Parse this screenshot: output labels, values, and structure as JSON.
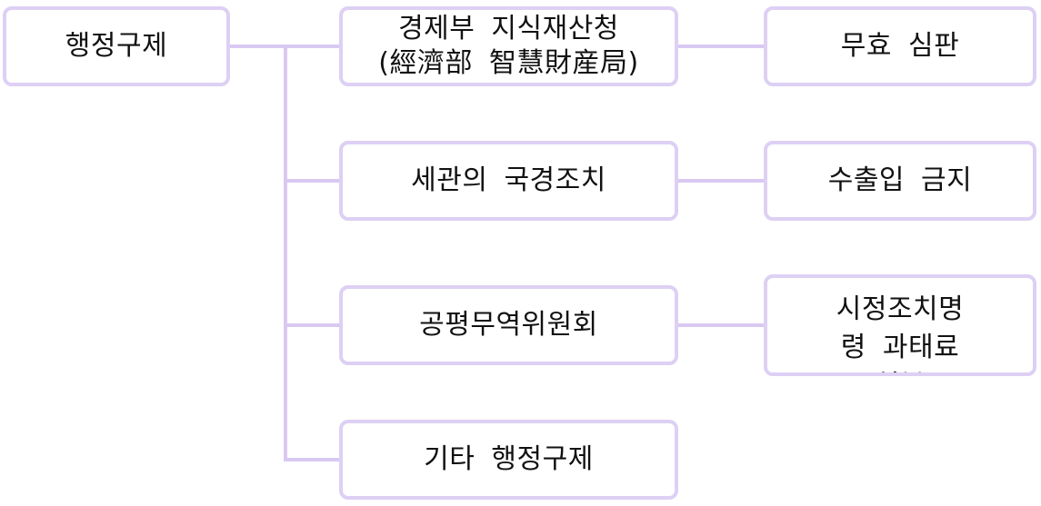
{
  "diagram": {
    "root": {
      "label": "행정구제"
    },
    "agencies": [
      {
        "label": "경제부 지식재산청\n(經濟部 智慧財産局)"
      },
      {
        "label": "세관의 국경조치"
      },
      {
        "label": "공평무역위원회"
      },
      {
        "label": "기타 행정구제"
      }
    ],
    "outcomes": [
      {
        "label": "무효 심판"
      },
      {
        "label": "수출입 금지"
      },
      {
        "label": "시정조치명\n령 과태료\n처분"
      }
    ]
  },
  "colors": {
    "border": "#ddd0f4",
    "connector": "#d9c9f2",
    "text": "#111111",
    "background": "#ffffff"
  }
}
